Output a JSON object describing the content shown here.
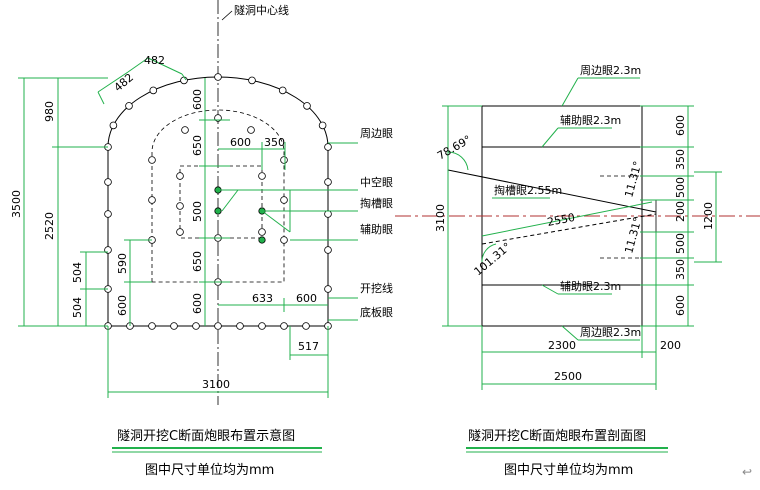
{
  "colors": {
    "dimension": "#22b14c",
    "outline": "#000000",
    "centerline": "#b03030",
    "hole_fill": "#ffffff",
    "active_hole_fill": "#22b14c"
  },
  "left_diagram": {
    "centerline_label": "隧洞中心线",
    "dims": {
      "arc_1": "482",
      "arc_2": "482",
      "total_height": "3500",
      "upper_height": "980",
      "lower_height": "2520",
      "left_504_upper": "504",
      "left_504_lower": "504",
      "left_590": "590",
      "left_600_bottom": "600",
      "center_600_top": "600",
      "center_650_top": "650",
      "center_500": "500",
      "center_650_bottom": "650",
      "center_600_bottom": "600",
      "top_600": "600",
      "top_350": "350",
      "bottom_633": "633",
      "bottom_600": "600",
      "right_517": "517",
      "total_width": "3100"
    },
    "labels": {
      "perimeter": "周边眼",
      "hollow": "中空眼",
      "cut": "掏槽眼",
      "auxiliary": "辅助眼",
      "excavation_line": "开挖线",
      "floor": "底板眼"
    },
    "caption": "隧洞开挖C断面炮眼布置示意图",
    "unit_note": "图中尺寸单位均为mm"
  },
  "right_diagram": {
    "labels": {
      "perimeter_top": "周边眼2.3m",
      "aux_top": "辅助眼2.3m",
      "cut": "掏槽眼2.55m",
      "aux_bottom": "辅助眼2.3m",
      "perimeter_bottom": "周边眼2.3m"
    },
    "angles": {
      "a1": "78.69°",
      "a2": "11.31°",
      "a3": "11.31°",
      "a4": "101.31°"
    },
    "dims": {
      "cut_length": "2550",
      "height": "3100",
      "right_600_top": "600",
      "right_350_top": "350",
      "right_500_top": "500",
      "right_200": "200",
      "right_500_bottom": "500",
      "right_350_bottom": "350",
      "right_600_bottom": "600",
      "right_1200": "1200",
      "bottom_2300": "2300",
      "bottom_200": "200",
      "bottom_2500": "2500"
    },
    "caption": "隧洞开挖C断面炮眼布置剖面图",
    "unit_note": "图中尺寸单位均为mm"
  },
  "corner_glyph": "↩"
}
